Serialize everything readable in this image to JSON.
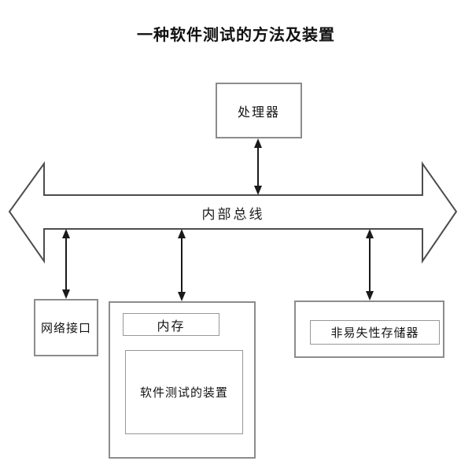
{
  "title": "一种软件测试的方法及装置",
  "nodes": {
    "processor": "处理器",
    "bus": "内部总线",
    "network_interface": "网络接口",
    "memory": "内存",
    "testing_device": "软件测试的装置",
    "nonvolatile_storage": "非易失性存储器"
  },
  "colors": {
    "background": "#ffffff",
    "bus_outline": "#4d4d4d",
    "connector_arrow": "#1a1a1a",
    "box_border": "#8c8c8c",
    "text": "#141414"
  }
}
